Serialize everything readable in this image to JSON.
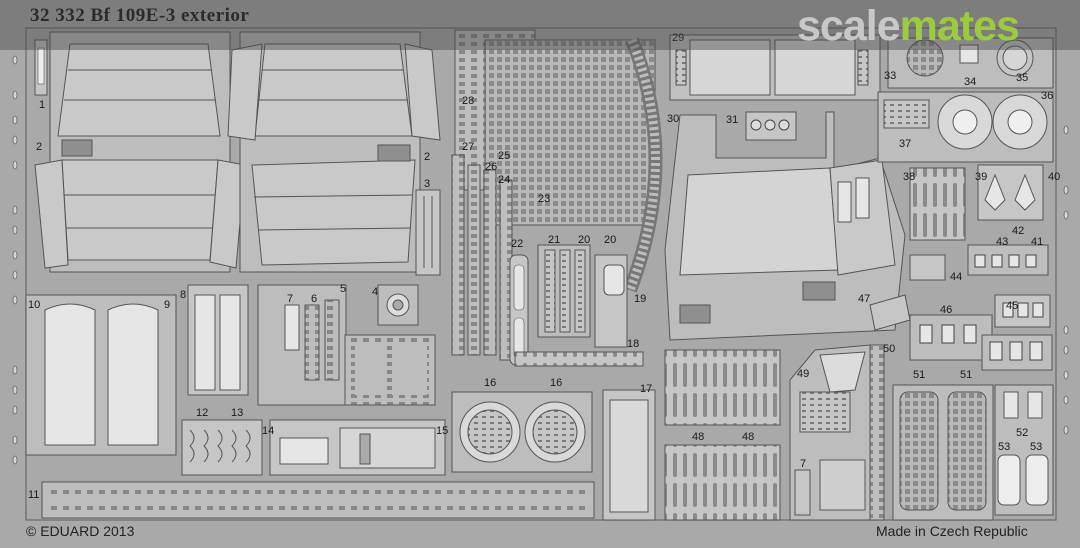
{
  "sheet": {
    "title": "32 332  Bf 109E-3 exterior",
    "copyright": "© EDUARD 2013",
    "origin": "Made in Czech Republic"
  },
  "brand": {
    "part1": "scale",
    "part2": "mates",
    "accent": "#9ccc3d"
  },
  "part_numbers": [
    "1",
    "2",
    "2",
    "3",
    "4",
    "5",
    "6",
    "7",
    "7",
    "8",
    "9",
    "10",
    "11",
    "12",
    "13",
    "14",
    "15",
    "16",
    "16",
    "17",
    "18",
    "19",
    "20",
    "20",
    "21",
    "22",
    "23",
    "24",
    "25",
    "26",
    "27",
    "28",
    "29",
    "30",
    "31",
    "33",
    "34",
    "35",
    "36",
    "37",
    "38",
    "39",
    "40",
    "41",
    "42",
    "43",
    "44",
    "45",
    "46",
    "47",
    "48",
    "48",
    "49",
    "50",
    "51",
    "51",
    "52",
    "53",
    "53"
  ],
  "colors": {
    "fret": "#a9a9a9",
    "part": "#c6c6c6",
    "outline": "#5e5e5e",
    "highlight": "#ececec"
  }
}
